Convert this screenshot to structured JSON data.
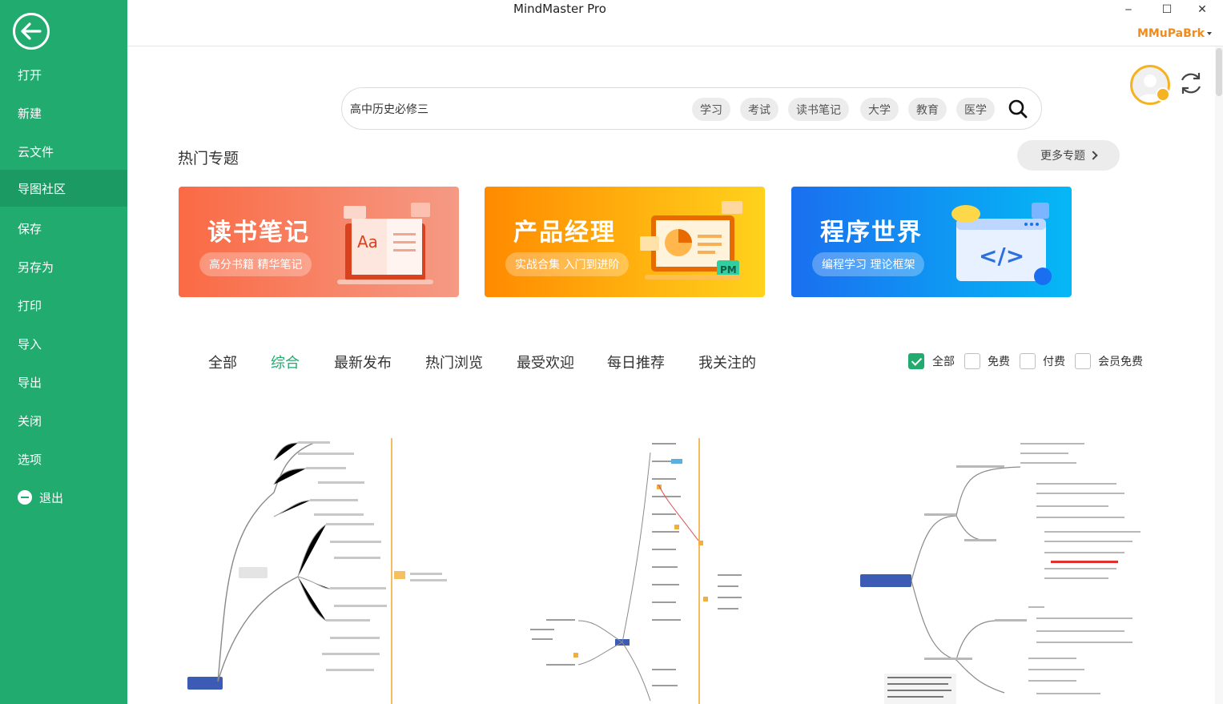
{
  "app": {
    "title": "MindMaster Pro",
    "user": "MMuPaBrk"
  },
  "window": {
    "minimize": "‒",
    "maximize": "☐",
    "close": "✕"
  },
  "sidebar": {
    "items": [
      {
        "label": "打开"
      },
      {
        "label": "新建"
      },
      {
        "label": "云文件"
      },
      {
        "label": "导图社区",
        "active": true
      },
      {
        "label": "保存"
      },
      {
        "label": "另存为"
      },
      {
        "label": "打印"
      },
      {
        "label": "导入"
      },
      {
        "label": "导出"
      },
      {
        "label": "关闭"
      },
      {
        "label": "选项"
      },
      {
        "label": "退出"
      }
    ]
  },
  "search": {
    "value": "高中历史必修三",
    "tags": [
      "学习",
      "考试",
      "读书笔记",
      "大学",
      "教育",
      "医学"
    ]
  },
  "hot_topics": {
    "title": "热门专题",
    "more": "更多专题",
    "banners": [
      {
        "title": "读书笔记",
        "subtitle": "高分书籍 精华笔记",
        "badge": "Aa"
      },
      {
        "title": "产品经理",
        "subtitle": "实战合集 入门到进阶",
        "badge": "PM"
      },
      {
        "title": "程序世界",
        "subtitle": "编程学习 理论框架",
        "badge": "</>"
      }
    ]
  },
  "tabs": [
    {
      "label": "全部"
    },
    {
      "label": "综合",
      "active": true
    },
    {
      "label": "最新发布"
    },
    {
      "label": "热门浏览"
    },
    {
      "label": "最受欢迎"
    },
    {
      "label": "每日推荐"
    },
    {
      "label": "我关注的"
    }
  ],
  "filters": [
    {
      "label": "全部",
      "checked": true
    },
    {
      "label": "免费",
      "checked": false
    },
    {
      "label": "付费",
      "checked": false
    },
    {
      "label": "会员免费",
      "checked": false
    }
  ],
  "colors": {
    "accent": "#21ab6f",
    "brand_orange": "#f08c1e"
  }
}
